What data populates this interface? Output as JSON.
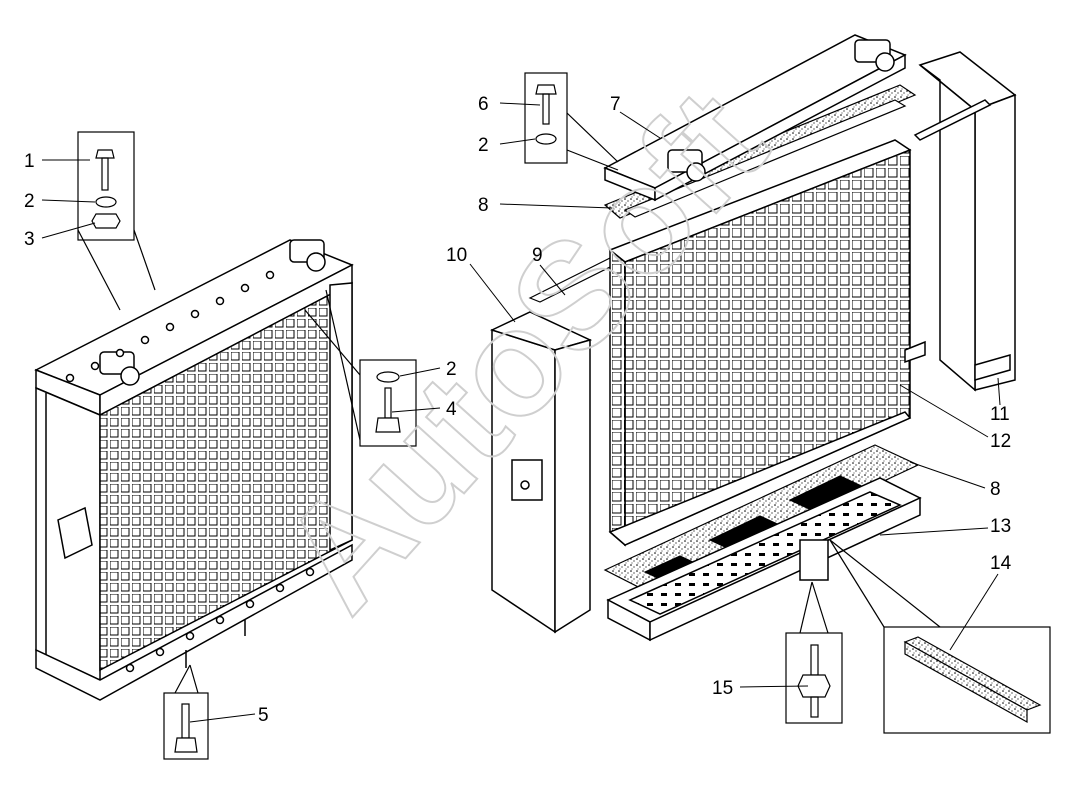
{
  "diagram": {
    "callouts": [
      {
        "id": "c1a",
        "label": "1"
      },
      {
        "id": "c2a",
        "label": "2"
      },
      {
        "id": "c3a",
        "label": "3"
      },
      {
        "id": "c2b",
        "label": "2"
      },
      {
        "id": "c4",
        "label": "4"
      },
      {
        "id": "c5",
        "label": "5"
      },
      {
        "id": "c6",
        "label": "6"
      },
      {
        "id": "c2c",
        "label": "2"
      },
      {
        "id": "c7",
        "label": "7"
      },
      {
        "id": "c8a",
        "label": "8"
      },
      {
        "id": "c9",
        "label": "9"
      },
      {
        "id": "c10",
        "label": "10"
      },
      {
        "id": "c11",
        "label": "11"
      },
      {
        "id": "c12",
        "label": "12"
      },
      {
        "id": "c8b",
        "label": "8"
      },
      {
        "id": "c13",
        "label": "13"
      },
      {
        "id": "c14",
        "label": "14"
      },
      {
        "id": "c15",
        "label": "15"
      }
    ],
    "watermark": "AutoSoft",
    "colors": {
      "line": "#000000",
      "paper": "#ffffff",
      "watermark": "#cfcfcf",
      "gasket_fill": "#e6e6e6"
    }
  }
}
